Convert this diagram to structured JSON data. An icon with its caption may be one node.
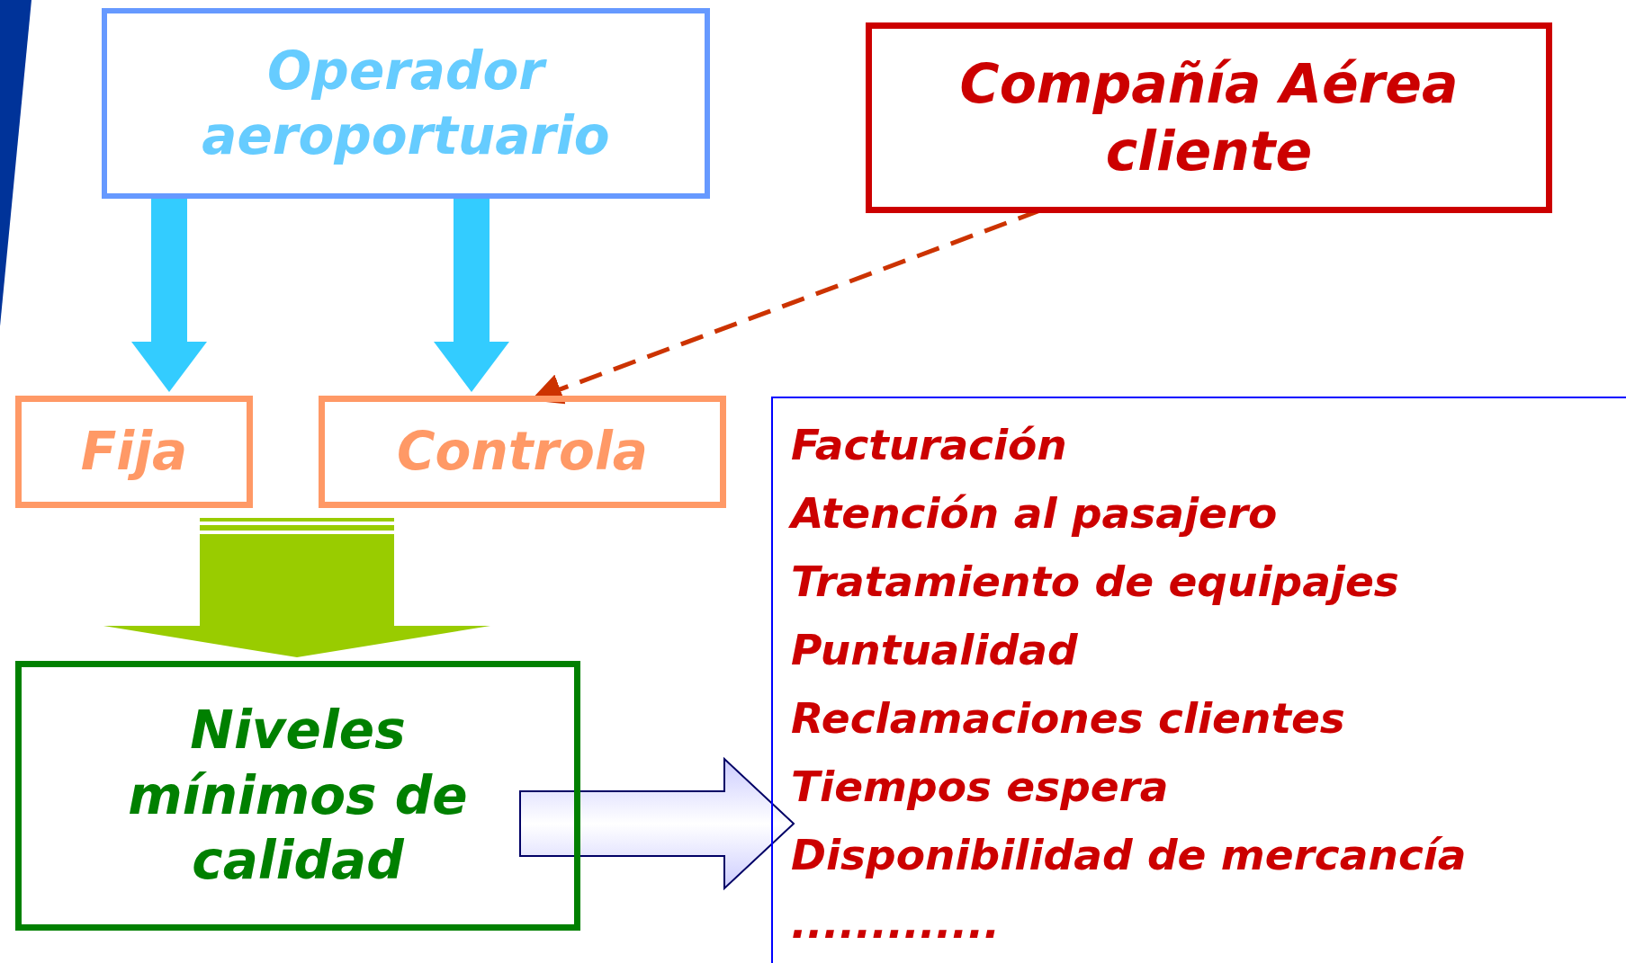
{
  "diagram": {
    "nodes": [
      {
        "text": [
          "Operador aeroportuario"
        ]
      },
      {
        "text": [
          "Compañía Aérea cliente"
        ]
      },
      {
        "text": [
          "Fija"
        ]
      },
      {
        "text": [
          "Controla"
        ]
      },
      {
        "text": [
          "Niveles mínimos de calidad"
        ]
      },
      {
        "text": [
          "Facturación",
          "Atención al pasajero",
          "Tratamiento de equipajes",
          "Puntualidad",
          "Reclamaciones clientes",
          "Tiempos espera",
          "Disponibilidad de mercancía",
          "............."
        ]
      }
    ],
    "edges": [
      {
        "from": 0,
        "to": 2,
        "arrow": "to",
        "style": "thick",
        "color": "#33ccff"
      },
      {
        "from": 0,
        "to": 3,
        "arrow": "to",
        "style": "thick",
        "color": "#33ccff"
      },
      {
        "from": 1,
        "to": 3,
        "arrow": "to",
        "style": "dashed",
        "color": "#cc3300"
      },
      {
        "from": 2,
        "to": 4,
        "arrow": "to",
        "style": "thick",
        "color": "#99cc00"
      },
      {
        "from": 3,
        "to": 4,
        "arrow": "to",
        "style": "thick",
        "color": "#99cc00"
      },
      {
        "from": 4,
        "to": 5,
        "arrow": "to",
        "style": "thick",
        "color": "#ccccff"
      }
    ]
  }
}
